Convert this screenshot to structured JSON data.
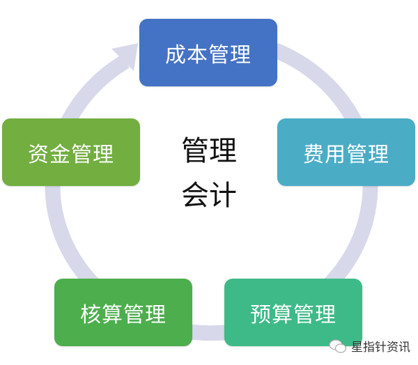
{
  "center": {
    "line1": "管理",
    "line2": "会计"
  },
  "nodes": [
    {
      "label": "成本管理",
      "color": "#4472c4"
    },
    {
      "label": "费用管理",
      "color": "#4bacc6"
    },
    {
      "label": "预算管理",
      "color": "#3dba88"
    },
    {
      "label": "核算管理",
      "color": "#4cae4c"
    },
    {
      "label": "资金管理",
      "color": "#73ae40"
    }
  ],
  "ring_color": "#d7d9ea",
  "watermark": "星指针资讯"
}
